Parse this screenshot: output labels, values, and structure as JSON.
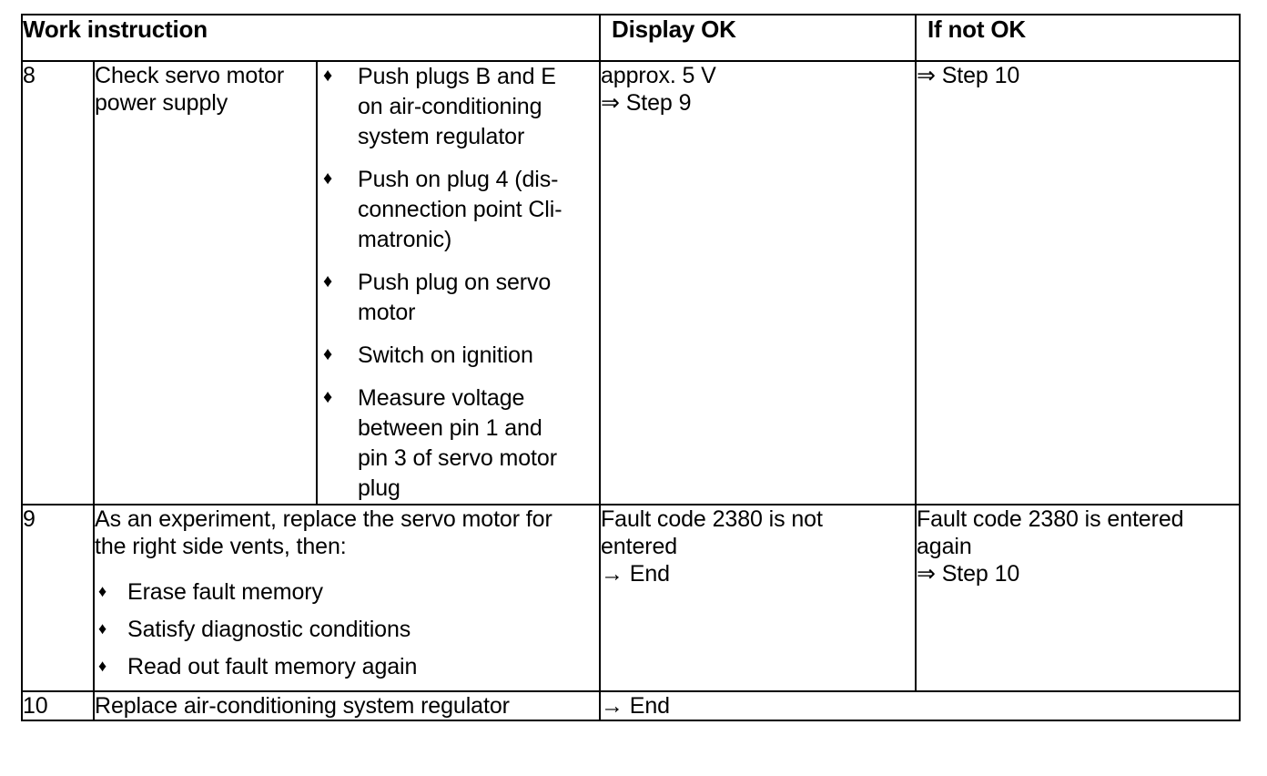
{
  "document": {
    "type": "work-instruction-table",
    "glyphs": {
      "bullet": "♦",
      "double_arrow": "⇒",
      "single_arrow": "→"
    }
  },
  "table": {
    "headers": {
      "work_instruction": "Work instruction",
      "display_ok": "Display OK",
      "if_not_ok": "If not OK"
    },
    "rows": [
      {
        "step": "8",
        "action": [
          "Check servo motor",
          "power supply"
        ],
        "details": [
          [
            "Push plugs B and E",
            "on air-conditioning",
            "system regulator"
          ],
          [
            "Push on plug 4 (dis-",
            "connection point Cli-",
            "matronic)"
          ],
          [
            "Push plug on servo",
            "motor"
          ],
          [
            "Switch on ignition"
          ],
          [
            "Measure voltage",
            "between pin 1 and",
            "pin 3 of servo motor",
            "plug"
          ]
        ],
        "display_ok": [
          "approx. 5 V",
          "⇒ Step 9"
        ],
        "if_not_ok": [
          "⇒ Step 10"
        ]
      },
      {
        "step": "9",
        "lead": [
          "As an experiment, replace the servo motor for",
          "the right side vents, then:"
        ],
        "bullets": [
          "Erase fault memory",
          "Satisfy diagnostic conditions",
          "Read out fault memory again"
        ],
        "display_ok": [
          "Fault code 2380 is not",
          "entered",
          "→ End"
        ],
        "if_not_ok": [
          "Fault code 2380 is entered",
          "again",
          "⇒ Step 10"
        ]
      },
      {
        "step": "10",
        "action_single": "Replace air-conditioning system regulator",
        "result": "→ End"
      }
    ]
  }
}
